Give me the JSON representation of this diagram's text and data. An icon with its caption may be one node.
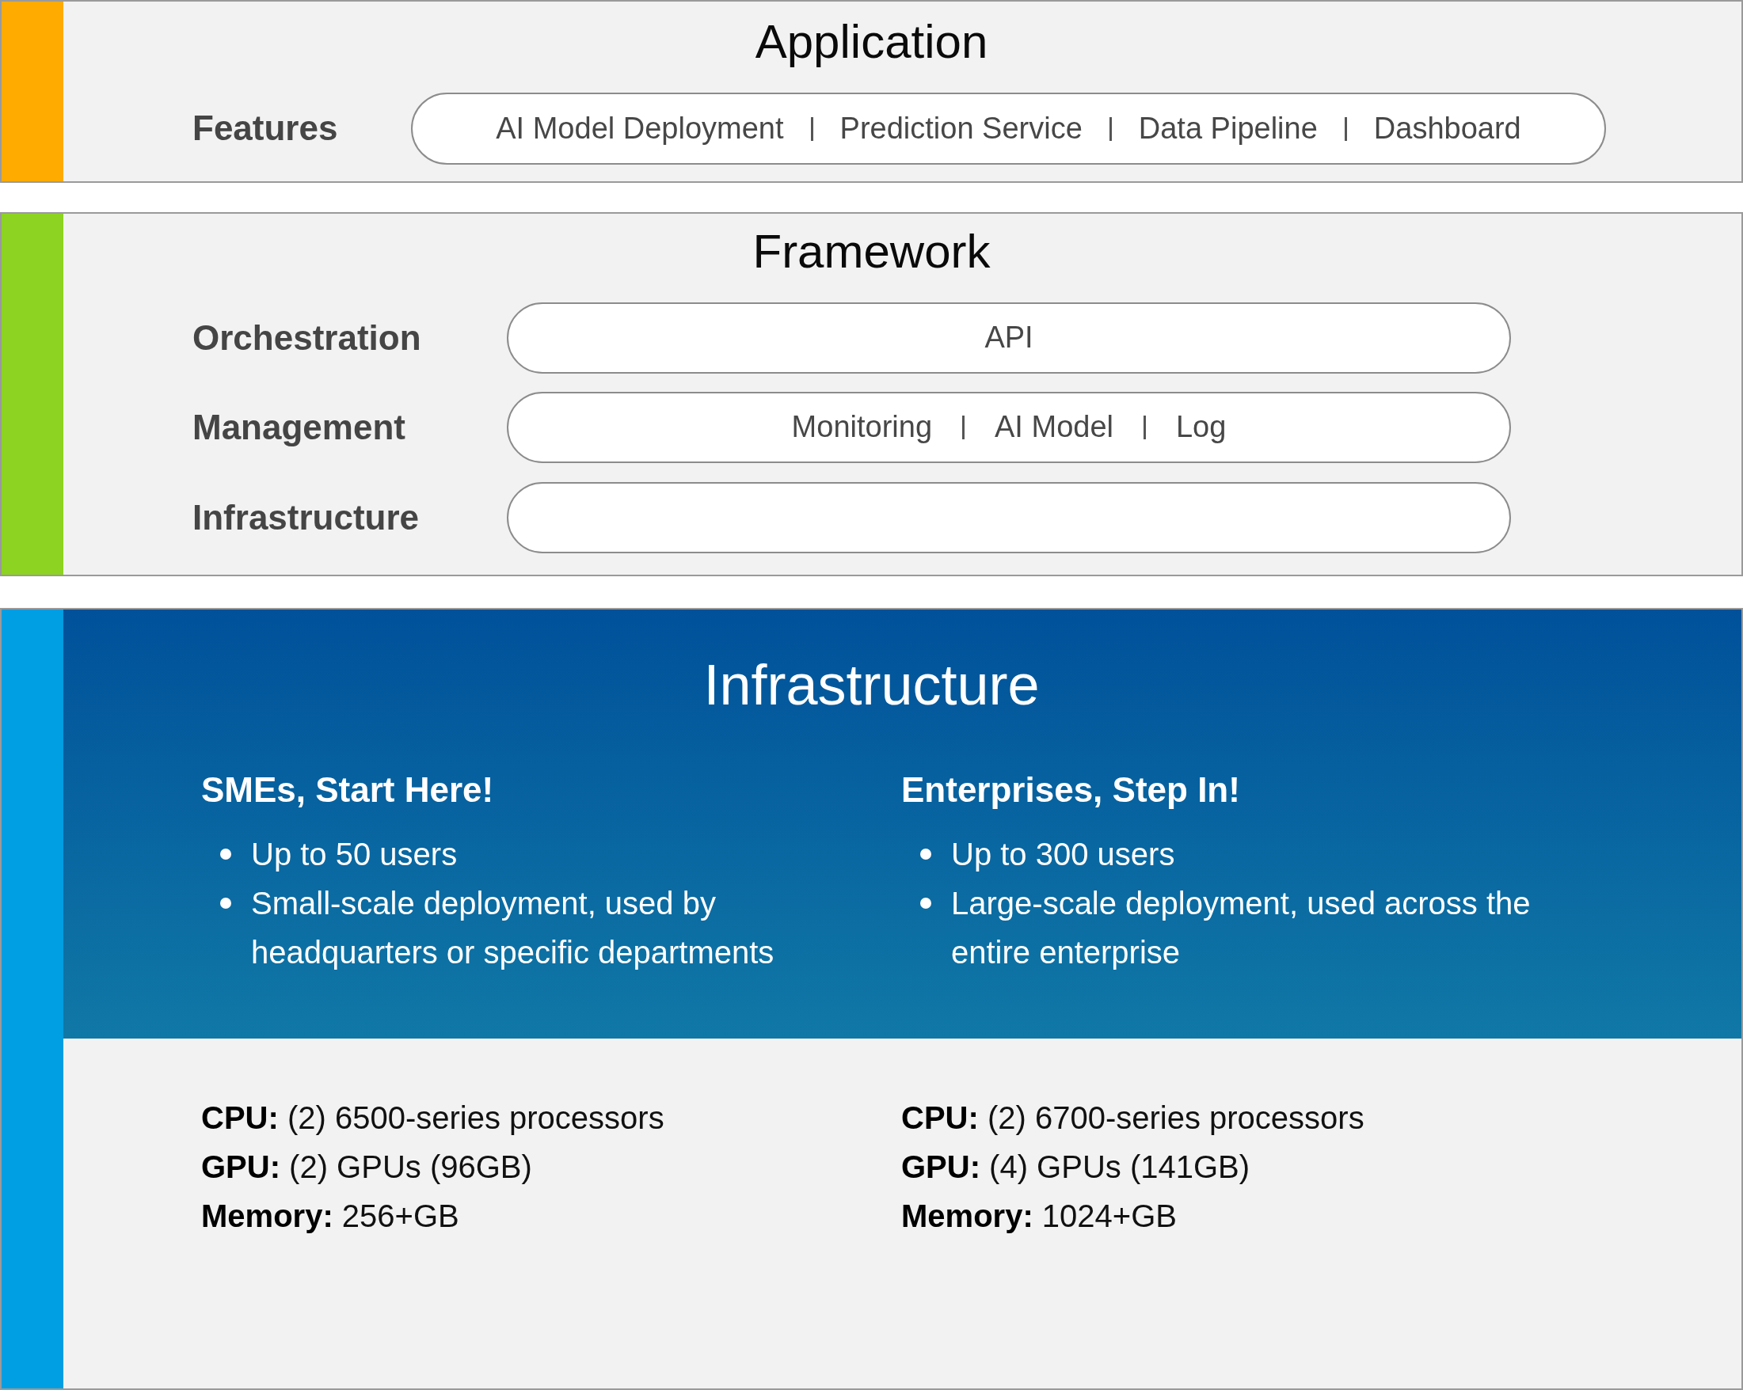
{
  "diagram": {
    "nodes": [
      {
        "text": [
          "Application"
        ]
      },
      {
        "text": [
          "AI Model Deployment",
          "Prediction Service",
          "Data Pipeline",
          "Dashboard"
        ],
        "in": 0,
        "beside": [
          "Features"
        ]
      },
      {
        "text": [
          "Framework"
        ]
      },
      {
        "text": [
          "API"
        ],
        "in": 2,
        "beside": [
          "Orchestration"
        ]
      },
      {
        "text": [
          "Monitoring",
          "AI Model",
          "Log"
        ],
        "in": 2,
        "beside": [
          "Management"
        ]
      },
      {
        "text": [],
        "shape": "box",
        "in": 2,
        "beside": [
          "Infrastructure"
        ]
      },
      {
        "text": [
          "**CPU:** (2) 6500-series processors",
          "**GPU:** (2) GPUs (96GB)",
          "**Memory:** 256+GB",
          "**CPU:** (2) 6700-series processors",
          "**GPU:** (4) GPUs (141GB)",
          "**Memory:** 1024+GB"
        ]
      },
      {
        "text": [
          "Infrastructure",
          "SMEs, Start Here!",
          "Up to 50 users",
          "Small-scale deployment, used by headquarters or specific departments",
          "Enterprises, Step In!",
          "Up to 300 users",
          "Large-scale deployment, used across the entire enterprise"
        ],
        "in": 6
      }
    ]
  }
}
